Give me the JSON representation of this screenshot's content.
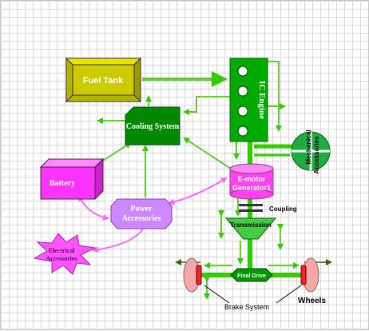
{
  "nodes": {
    "fuel_tank": "Fuel Tank",
    "ic_engine": "IC Engine",
    "cooling_system": "Cooling System",
    "mechanical_accessories": [
      "Mechanical",
      "Accessories"
    ],
    "battery": "Battery",
    "emotor": [
      "E-motor",
      "Generator1"
    ],
    "power_accessories": [
      "Power",
      "Accessories"
    ],
    "coupling": "Coupling",
    "transmission": "Transmission",
    "electrical_accessories": [
      "Electrical",
      "Accessories"
    ],
    "final_drive": "Final Drive",
    "brake_system": "Brake System",
    "wheels": "Wheels"
  },
  "colors": {
    "mechanical_flow": "#33cc00",
    "electrical_flow": "#ff66ff",
    "fuel_tank": "#cccc00",
    "ic_engine": "#00aa00",
    "cooling_system": "#008800",
    "battery": "#ff33ff",
    "emotor": "#ff44ee",
    "power_accessories": "#cc88ff",
    "electrical_accessories": "#ff55ff",
    "transmission": "#44cc44",
    "final_drive": "#009900",
    "wheel": "#f0a8a8",
    "brake": "#ff2222"
  }
}
